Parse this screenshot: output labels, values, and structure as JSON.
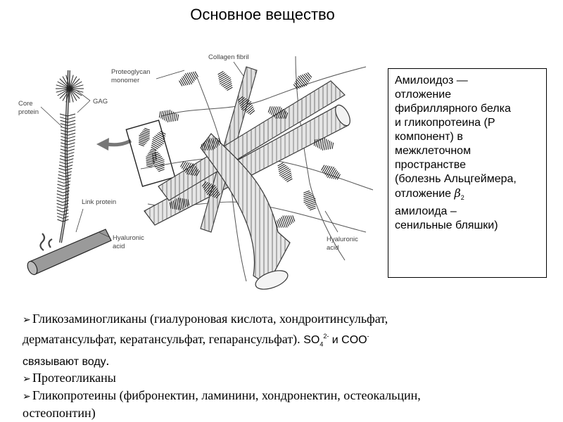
{
  "slide": {
    "title": "Основное вещество"
  },
  "diagram": {
    "labels": {
      "collagen_fibril": "Collagen fibril",
      "proteoglycan_monomer_1": "Proteoglycan",
      "proteoglycan_monomer_2": "monomer",
      "core_protein_1": "Core",
      "core_protein_2": "protein",
      "gag": "GAG",
      "link_protein": "Link protein",
      "hyaluronic_acid_left_1": "Hyaluronic",
      "hyaluronic_acid_left_2": "acid",
      "hyaluronic_acid_right_1": "Hyaluronic",
      "hyaluronic_acid_right_2": "acid"
    }
  },
  "info_box": {
    "lines": [
      "Амилоидоз  —",
      "отложение",
      "фибриллярного белка",
      "и гликопротеина (Р",
      "компонент) в",
      "межклеточном",
      "пространстве",
      "(болезнь Альцгеймера,",
      "отложение ",
      "амилоида –",
      "сенильные бляшки)"
    ],
    "beta_symbol": "β",
    "beta_subscript": "2"
  },
  "bullets": {
    "arrow_glyph": "➢",
    "item1_text_a": "Гликозаминогликаны (гиалуроновая кислота, хондроитинсульфат,",
    "item1_text_b": "дерматансульфат, кератансульфат, гепарансульфат). ",
    "item1_so4": "SO",
    "item1_so4_sub": "4",
    "item1_so4_sup": "2-",
    "item1_and": " и COO",
    "item1_coo_sup": "-",
    "item1_text_c": "связывают воду",
    "item1_dot": ".",
    "item2": "Протеогликаны",
    "item3_a": "Гликопротеины (фибронектин, ламинини, хондронектин, остеокальцин,",
    "item3_b": "остеопонтин)"
  }
}
